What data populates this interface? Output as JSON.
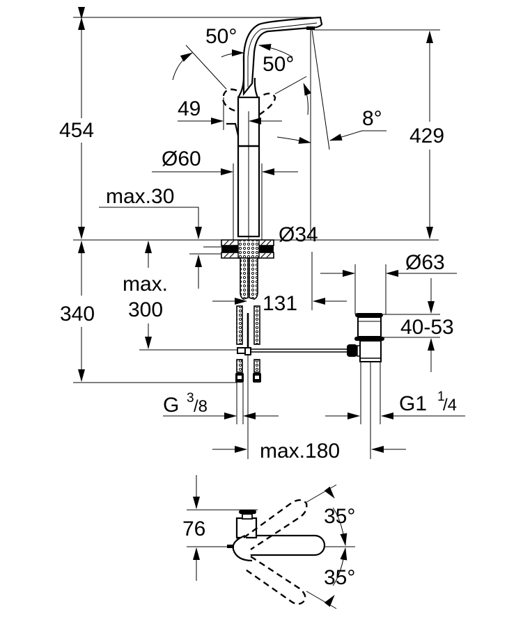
{
  "drawing": {
    "title": "Basin mixer tap dimensional drawing",
    "ink_color": "#000000",
    "background_color": "#ffffff"
  },
  "side_view": {
    "dimensions": {
      "overall_height": "454",
      "spout_height": "429",
      "lever_angle_front": "50°",
      "lever_angle_back": "50°",
      "spout_angle": "8°",
      "lever_offset": "49",
      "body_diameter": "Ø60",
      "deck_thickness": "max.30",
      "base_diameter": "Ø34"
    }
  },
  "installation_view": {
    "dimensions": {
      "below_deck_height": "340",
      "max_rod_depth_line1": "max.",
      "max_rod_depth_line2": "300",
      "spout_reach": "131",
      "waste_diameter": "Ø63",
      "waste_height": "40-53",
      "hose_thread_prefix": "G",
      "hose_thread_numerator": "3",
      "hose_thread_denominator": "/8",
      "waste_thread_prefix": "G1",
      "waste_thread_numerator": "1",
      "waste_thread_denominator": "/4",
      "max_distance": "max.180"
    }
  },
  "top_view": {
    "dimensions": {
      "depth": "76",
      "swivel_angle_up": "35°",
      "swivel_angle_down": "35°"
    }
  }
}
